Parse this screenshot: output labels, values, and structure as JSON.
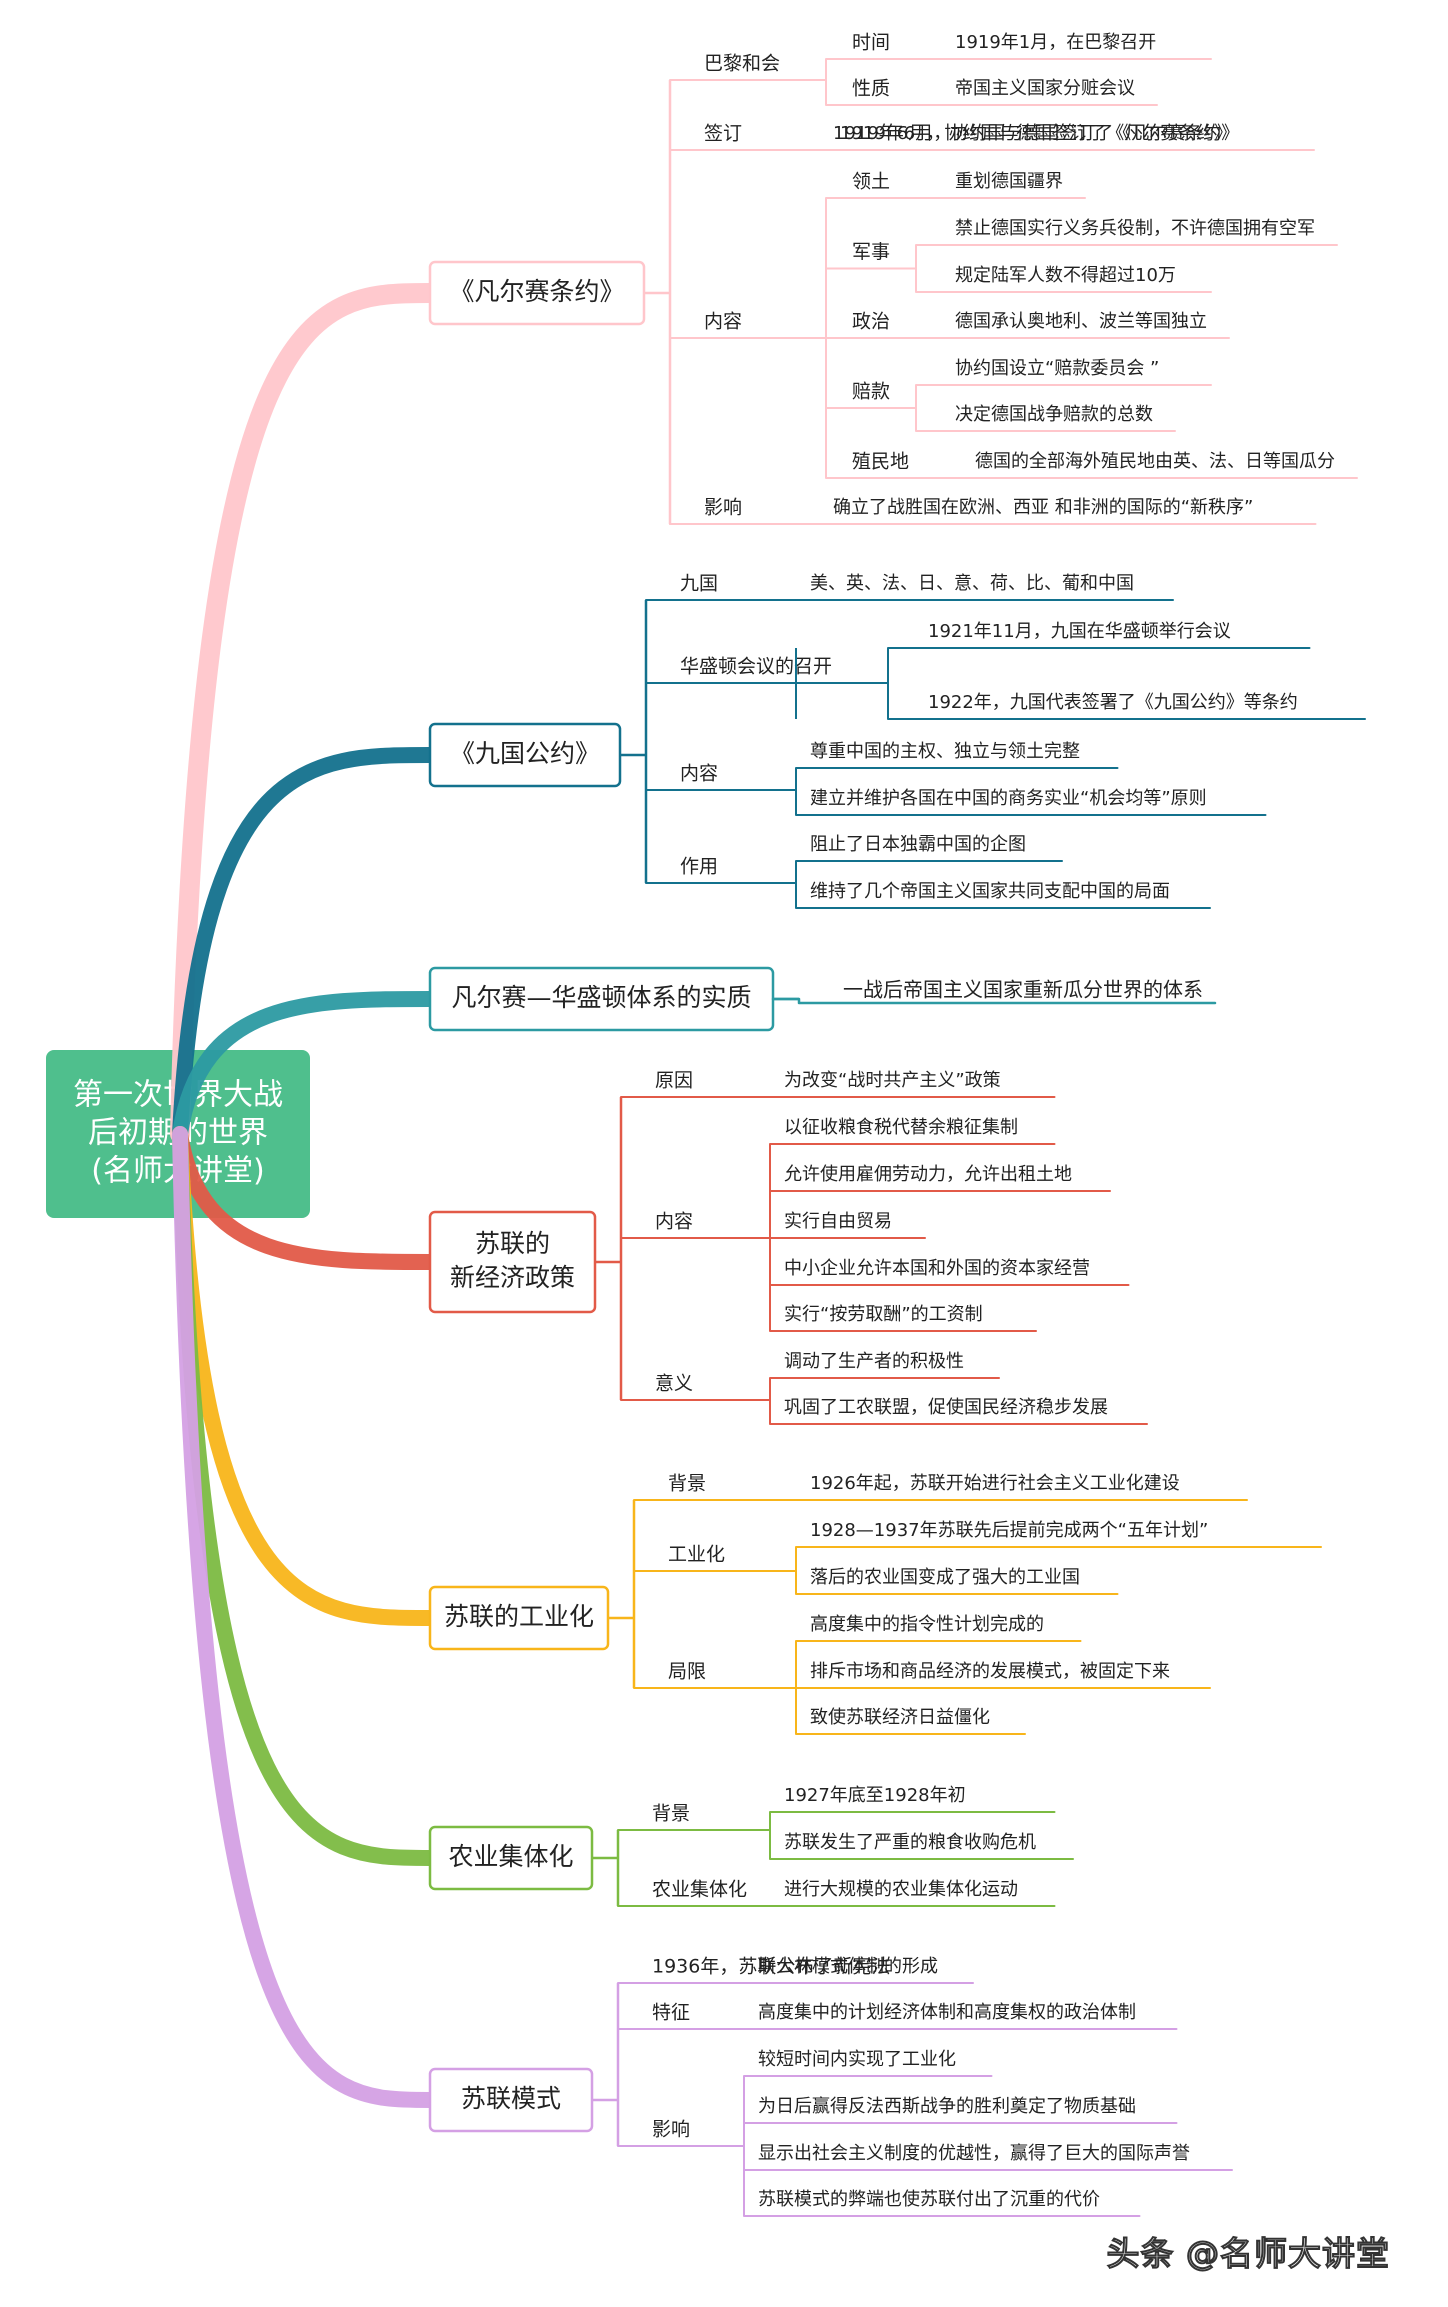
{
  "root": {
    "lines": [
      "第一次世界大战",
      "后初期的世界",
      "(名师大讲堂)"
    ],
    "color": "#4fbf8d"
  },
  "watermark": "头条 @名师大讲堂",
  "branches": [
    {
      "label": [
        "《凡尔赛条约》"
      ],
      "color": "#ffc6cb",
      "children": [
        {
          "label": "巴黎和会",
          "children": [
            {
              "label": "时间",
              "children": [
                {
                  "label": "1919年1月，在巴黎召开"
                }
              ]
            },
            {
              "label": "性质",
              "children": [
                {
                  "label": "帝国主义国家分赃会议"
                }
              ]
            }
          ]
        },
        {
          "label": "签订",
          "children": [
            {
              "label": "1919年6月，协约国与德国签订了《凡尔赛条约》"
            }
          ]
        },
        {
          "label": "内容",
          "children": [
            {
              "label": "领土",
              "children": [
                {
                  "label": "重划德国疆界"
                }
              ]
            },
            {
              "label": "军事",
              "children": [
                {
                  "label": "禁止德国实行义务兵役制，不许德国拥有空军"
                },
                {
                  "label": "规定陆军人数不得超过10万"
                }
              ]
            },
            {
              "label": "政治",
              "children": [
                {
                  "label": "德国承认奥地利、波兰等国独立"
                }
              ]
            },
            {
              "label": "赔款",
              "children": [
                {
                  "label": "协约国设立“赔款委员会 ”"
                },
                {
                  "label": "决定德国战争赔款的总数"
                }
              ]
            },
            {
              "label": "殖民地",
              "children": [
                {
                  "label": "德国的全部海外殖民地由英、法、日等国瓜分"
                }
              ]
            }
          ]
        },
        {
          "label": "影响",
          "children": [
            {
              "label": "确立了战胜国在欧洲、西亚 和非洲的国际的“新秩序”"
            }
          ]
        }
      ]
    },
    {
      "label": [
        "《九国公约》"
      ],
      "color": "#13718d",
      "children": [
        {
          "label": "九国",
          "children": [
            {
              "label": "美、英、法、日、意、荷、比、葡和中国"
            }
          ]
        },
        {
          "label": "华盛顿会议的召开",
          "children": [
            {
              "label": "1921年11月，九国在华盛顿举行会议"
            },
            {
              "label": "1922年，九国代表签署了《九国公约》等条约"
            }
          ]
        },
        {
          "label": "内容",
          "children": [
            {
              "label": "尊重中国的主权、独立与领土完整"
            },
            {
              "label": "建立并维护各国在中国的商务实业“机会均等”原则"
            }
          ]
        },
        {
          "label": "作用",
          "children": [
            {
              "label": "阻止了日本独霸中国的企图"
            },
            {
              "label": "维持了几个帝国主义国家共同支配中国的局面"
            }
          ]
        }
      ]
    },
    {
      "label": [
        "凡尔赛—华盛顿体系的实质"
      ],
      "color": "#2c9aa2",
      "children": [
        {
          "label": "一战后帝国主义国家重新瓜分世界的体系"
        }
      ]
    },
    {
      "label": [
        "苏联的",
        "新经济政策"
      ],
      "color": "#e25a48",
      "children": [
        {
          "label": "原因",
          "children": [
            {
              "label": "为改变“战时共产主义”政策"
            }
          ]
        },
        {
          "label": "内容",
          "children": [
            {
              "label": "以征收粮食税代替余粮征集制"
            },
            {
              "label": "允许使用雇佣劳动力，允许出租土地"
            },
            {
              "label": "实行自由贸易"
            },
            {
              "label": "中小企业允许本国和外国的资本家经营"
            },
            {
              "label": "实行“按劳取酬”的工资制"
            }
          ]
        },
        {
          "label": "意义",
          "children": [
            {
              "label": "调动了生产者的积极性"
            },
            {
              "label": "巩固了工农联盟，促使国民经济稳步发展"
            }
          ]
        }
      ]
    },
    {
      "label": [
        "苏联的工业化"
      ],
      "color": "#f8b51a",
      "children": [
        {
          "label": "背景",
          "children": [
            {
              "label": "1926年起，苏联开始进行社会主义工业化建设"
            }
          ]
        },
        {
          "label": "工业化",
          "children": [
            {
              "label": "1928—1937年苏联先后提前完成两个“五年计划”"
            },
            {
              "label": "落后的农业国变成了强大的工业国"
            }
          ]
        },
        {
          "label": "局限",
          "children": [
            {
              "label": "高度集中的指令性计划完成的"
            },
            {
              "label": "排斥市场和商品经济的发展模式，被固定下来"
            },
            {
              "label": "致使苏联经济日益僵化"
            }
          ]
        }
      ]
    },
    {
      "label": [
        "农业集体化"
      ],
      "color": "#7cbb42",
      "children": [
        {
          "label": "背景",
          "children": [
            {
              "label": "1927年底至1928年初"
            },
            {
              "label": "苏联发生了严重的粮食收购危机"
            }
          ]
        },
        {
          "label": "农业集体化",
          "children": [
            {
              "label": "进行大规模的农业集体化运动"
            }
          ]
        }
      ]
    },
    {
      "label": [
        "苏联模式"
      ],
      "color": "#d4a0e4",
      "children": [
        {
          "label": "1936年，苏联公布了新宪法",
          "children": [
            {
              "label": "斯大林模式体制的形成"
            }
          ]
        },
        {
          "label": "特征",
          "children": [
            {
              "label": "高度集中的计划经济体制和高度集权的政治体制"
            }
          ]
        },
        {
          "label": "影响",
          "children": [
            {
              "label": "较短时间内实现了工业化"
            },
            {
              "label": "为日后赢得反法西斯战争的胜利奠定了物质基础"
            },
            {
              "label": "显示出社会主义制度的优越性，赢得了巨大的国际声誉"
            },
            {
              "label": "苏联模式的弊端也使苏联付出了沉重的代价"
            }
          ]
        }
      ]
    }
  ]
}
